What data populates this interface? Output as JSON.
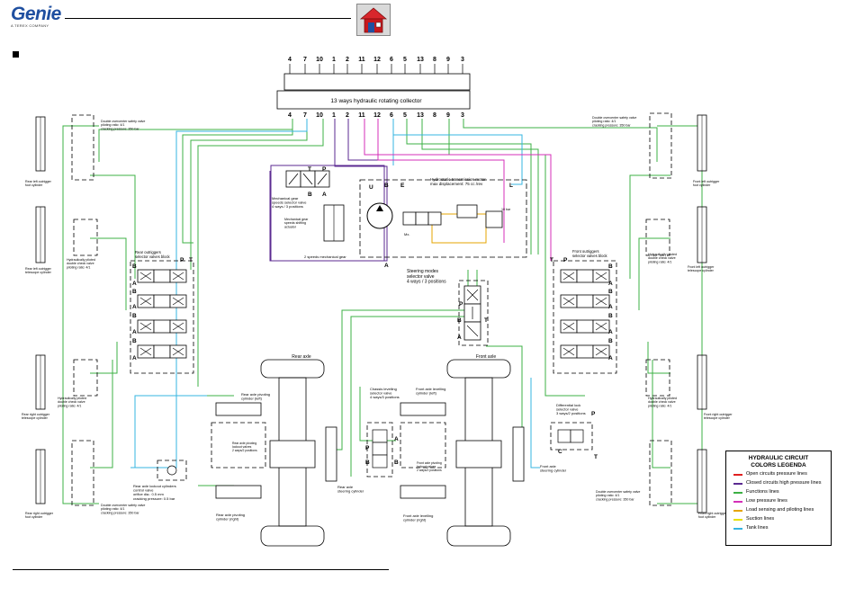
{
  "header": {
    "logo_text": "Genie",
    "logo_subtext": "A TEREX COMPANY",
    "home_button": "home-icon"
  },
  "collector": {
    "label": "13 ways hydraulic rotating collector",
    "top_ports": [
      "4",
      "7",
      "10",
      "1",
      "2",
      "11",
      "12",
      "6",
      "5",
      "13",
      "8",
      "9",
      "3"
    ],
    "bottom_ports": [
      "4",
      "7",
      "10",
      "1",
      "2",
      "11",
      "12",
      "6",
      "5",
      "13",
      "8",
      "9",
      "3"
    ]
  },
  "labels": {
    "rear_left_safety": "Double overcenter safety valve\npiloting ratio: 4/1\ncracking pressure: 350 bar",
    "front_left_safety": "Double overcenter safety valve\npiloting ratio: 4/1\ncracking pressure: 350 bar",
    "rear_right_safety": "Double overcenter safety valve\npiloting ratio: 4/1\ncracking pressure: 350 bar",
    "front_right_safety": "Double overcenter safety valve\npiloting ratio: 4/1\ncracking pressure: 350 bar",
    "rear_left_foot": "Rear left outrigger\nfoot cylinder",
    "front_left_foot": "Front left outrigger\nfoot cylinder",
    "rear_left_tele": "Rear left outrigger\ntelescope cylinder",
    "front_left_tele": "Front left outrigger\ntelescope cylinder",
    "rear_right_tele": "Rear right outrigger\ntelescope cylinder",
    "front_right_tele": "Front right outrigger\ntelescope cylinder",
    "rear_right_foot": "Rear right outrigger\nfoot cylinder",
    "front_right_foot": "Front right outrigger\nfoot cylinder",
    "pilot_check_rl": "Hydraulically piloted\ndouble check valve\npiloting ratio: 4/1",
    "pilot_check_fl": "Hydraulically piloted\ndouble check valve\npiloting ratio: 4/1",
    "pilot_check_rr": "Hydraulically piloted\ndouble check valve\npiloting ratio: 4/1",
    "pilot_check_fr": "Hydraulically piloted\ndouble check valve\npiloting ratio: 4/1",
    "rear_block": "Rear outriggers\nselector valves block",
    "front_block": "Front outriggers\nselector valves block",
    "mech_gear_valve": "Mechanical gear\nspeeds selector valve\n4 ways / 3 positions",
    "mech_gear_actuator": "Mechanical gear\nspeeds shifting\nactuator",
    "two_speeds": "2 speeds mechanical gear",
    "motor": "Hydrostatic transmission motor\nmax displacement: 75 cc /rev",
    "mx": "Mx.",
    "pressure_10bar": "10 bar",
    "steering_valve": "Steering modes\nselector valve\n4 ways / 3 positions",
    "rear_axle": "Rear axle",
    "front_axle": "Front axle",
    "rear_pivot_left": "Rear axle pivoting\ncylinder (left)",
    "rear_pivot_right": "Rear axle pivoting\ncylinder (right)",
    "rear_lockout_valve": "Rear axle pivoting\nlockout valves\n2 ways/2 positions",
    "rear_lockout_control": "Rear axle lockout cylinders\ncontrol valve\norifice dia.: 0.5 mm\ncracking pressure: 0.5 bar",
    "rear_steer": "Rear axle\nsteering cylinder",
    "chassis_level": "Chassis levelling\nselector valve\n4 ways/3 positions",
    "front_level_left": "Front axle levelling\ncylinder (left)",
    "front_level_right": "Front axle levelling\ncylinder (right)",
    "front_lockout": "Front axle pivoting\nlockout valves\n2 ways/2 positions",
    "front_steer": "Front axle\nsteering cylinder",
    "diff_lock": "Differential lock\nselector valve\n3 ways/2 positions"
  },
  "ports": {
    "P": "P",
    "T": "T",
    "A": "A",
    "B": "B",
    "C": "C",
    "E": "E",
    "L": "L",
    "U": "U"
  },
  "legend": {
    "title": "HYDRAULIC CIRCUIT\nCOLORS LEGENDA",
    "items": [
      {
        "label": "Open circuits pressure lines",
        "color": "#e02020"
      },
      {
        "label": "Closed circuits high pressure lines",
        "color": "#5b2a91"
      },
      {
        "label": "Functions lines",
        "color": "#3cb044"
      },
      {
        "label": "Low pressure lines",
        "color": "#d42fb8"
      },
      {
        "label": "Load sensing and piloting lines",
        "color": "#e5a500"
      },
      {
        "label": "Suction lines",
        "color": "#e8e000"
      },
      {
        "label": "Tank lines",
        "color": "#35b4e0"
      }
    ]
  },
  "colors": {
    "functions": "#3cb044",
    "tank": "#35b4e0",
    "high_pressure": "#5b2a91",
    "low_pressure": "#d42fb8",
    "load_sensing": "#e5a500",
    "suction": "#e8e000",
    "brand": "#1f4fa0",
    "home_roof": "#d8262c"
  }
}
